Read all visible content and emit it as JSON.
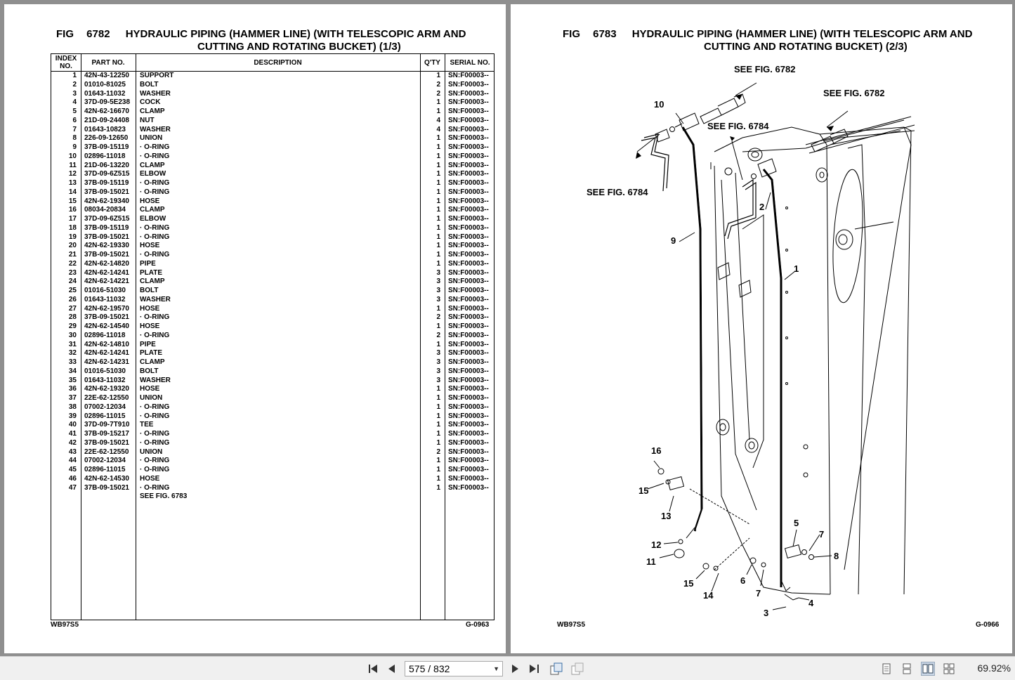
{
  "left_page": {
    "fig_label": "FIG",
    "fig_number": "6782",
    "title_line1": "HYDRAULIC PIPING (HAMMER LINE) (WITH TELESCOPIC ARM AND",
    "title_line2": "CUTTING AND ROTATING BUCKET) (1/3)",
    "headers": {
      "index": "INDEX NO.",
      "part": "PART NO.",
      "desc": "DESCRIPTION",
      "qty": "Q'TY",
      "serial": "SERIAL NO."
    },
    "rows": [
      [
        "1",
        "42N-43-12250",
        "SUPPORT",
        "1",
        "SN:F00003--"
      ],
      [
        "2",
        "01010-81025",
        "BOLT",
        "2",
        "SN:F00003--"
      ],
      [
        "3",
        "01643-11032",
        "WASHER",
        "2",
        "SN:F00003--"
      ],
      [
        "4",
        "37D-09-5E238",
        "COCK",
        "1",
        "SN:F00003--"
      ],
      [
        "5",
        "42N-62-16670",
        "CLAMP",
        "1",
        "SN:F00003--"
      ],
      [
        "6",
        "21D-09-24408",
        "NUT",
        "4",
        "SN:F00003--"
      ],
      [
        "7",
        "01643-10823",
        "WASHER",
        "4",
        "SN:F00003--"
      ],
      [
        "8",
        "226-09-12650",
        "UNION",
        "1",
        "SN:F00003--"
      ],
      [
        "9",
        "37B-09-15119",
        "· O-RING",
        "1",
        "SN:F00003--"
      ],
      [
        "10",
        "02896-11018",
        "· O-RING",
        "1",
        "SN:F00003--"
      ],
      [
        "11",
        "21D-06-13220",
        "CLAMP",
        "1",
        "SN:F00003--"
      ],
      [
        "12",
        "37D-09-6Z515",
        "ELBOW",
        "1",
        "SN:F00003--"
      ],
      [
        "13",
        "37B-09-15119",
        "· O-RING",
        "1",
        "SN:F00003--"
      ],
      [
        "14",
        "37B-09-15021",
        "· O-RING",
        "1",
        "SN:F00003--"
      ],
      [
        "15",
        "42N-62-19340",
        "HOSE",
        "1",
        "SN:F00003--"
      ],
      [
        "16",
        "08034-20834",
        "CLAMP",
        "1",
        "SN:F00003--"
      ],
      [
        "17",
        "37D-09-6Z515",
        "ELBOW",
        "1",
        "SN:F00003--"
      ],
      [
        "18",
        "37B-09-15119",
        "· O-RING",
        "1",
        "SN:F00003--"
      ],
      [
        "19",
        "37B-09-15021",
        "· O-RING",
        "1",
        "SN:F00003--"
      ],
      [
        "20",
        "42N-62-19330",
        "HOSE",
        "1",
        "SN:F00003--"
      ],
      [
        "21",
        "37B-09-15021",
        "· O-RING",
        "1",
        "SN:F00003--"
      ],
      [
        "22",
        "42N-62-14820",
        "PIPE",
        "1",
        "SN:F00003--"
      ],
      [
        "23",
        "42N-62-14241",
        "PLATE",
        "3",
        "SN:F00003--"
      ],
      [
        "24",
        "42N-62-14221",
        "CLAMP",
        "3",
        "SN:F00003--"
      ],
      [
        "25",
        "01016-51030",
        "BOLT",
        "3",
        "SN:F00003--"
      ],
      [
        "26",
        "01643-11032",
        "WASHER",
        "3",
        "SN:F00003--"
      ],
      [
        "27",
        "42N-62-19570",
        "HOSE",
        "1",
        "SN:F00003--"
      ],
      [
        "28",
        "37B-09-15021",
        "· O-RING",
        "2",
        "SN:F00003--"
      ],
      [
        "29",
        "42N-62-14540",
        "HOSE",
        "1",
        "SN:F00003--"
      ],
      [
        "30",
        "02896-11018",
        "· O-RING",
        "2",
        "SN:F00003--"
      ],
      [
        "31",
        "42N-62-14810",
        "PIPE",
        "1",
        "SN:F00003--"
      ],
      [
        "32",
        "42N-62-14241",
        "PLATE",
        "3",
        "SN:F00003--"
      ],
      [
        "33",
        "42N-62-14231",
        "CLAMP",
        "3",
        "SN:F00003--"
      ],
      [
        "34",
        "01016-51030",
        "BOLT",
        "3",
        "SN:F00003--"
      ],
      [
        "35",
        "01643-11032",
        "WASHER",
        "3",
        "SN:F00003--"
      ],
      [
        "36",
        "42N-62-19320",
        "HOSE",
        "1",
        "SN:F00003--"
      ],
      [
        "37",
        "22E-62-12550",
        "UNION",
        "1",
        "SN:F00003--"
      ],
      [
        "38",
        "07002-12034",
        "· O-RING",
        "1",
        "SN:F00003--"
      ],
      [
        "39",
        "02896-11015",
        "· O-RING",
        "1",
        "SN:F00003--"
      ],
      [
        "40",
        "37D-09-7T910",
        "TEE",
        "1",
        "SN:F00003--"
      ],
      [
        "41",
        "37B-09-15217",
        "· O-RING",
        "1",
        "SN:F00003--"
      ],
      [
        "42",
        "37B-09-15021",
        "· O-RING",
        "1",
        "SN:F00003--"
      ],
      [
        "43",
        "22E-62-12550",
        "UNION",
        "2",
        "SN:F00003--"
      ],
      [
        "44",
        "07002-12034",
        "· O-RING",
        "1",
        "SN:F00003--"
      ],
      [
        "45",
        "02896-11015",
        "· O-RING",
        "1",
        "SN:F00003--"
      ],
      [
        "46",
        "42N-62-14530",
        "HOSE",
        "1",
        "SN:F00003--"
      ],
      [
        "47",
        "37B-09-15021",
        "· O-RING",
        "1",
        "SN:F00003--"
      ],
      [
        "",
        "",
        "SEE FIG. 6783",
        "",
        ""
      ]
    ],
    "footer_left": "WB97S5",
    "footer_right": "G-0963"
  },
  "right_page": {
    "fig_label": "FIG",
    "fig_number": "6783",
    "title_line1": "HYDRAULIC PIPING (HAMMER LINE) (WITH TELESCOPIC ARM AND",
    "title_line2": "CUTTING AND ROTATING BUCKET) (2/3)",
    "see_labels": {
      "a": "SEE FIG. 6782",
      "b": "SEE FIG. 6782",
      "c": "SEE FIG. 6784",
      "d": "SEE FIG. 6784"
    },
    "callouts": {
      "n10": "10",
      "n2": "2",
      "n9": "9",
      "n1": "1",
      "n16": "16",
      "n15a": "15",
      "n13": "13",
      "n12": "12",
      "n11": "11",
      "n15b": "15",
      "n14": "14",
      "n6": "6",
      "n7a": "7",
      "n5": "5",
      "n7b": "7",
      "n8": "8",
      "n4": "4",
      "n3": "3"
    },
    "footer_left": "WB97S5",
    "footer_right": "G-0966"
  },
  "toolbar": {
    "page_indicator": "575 / 832",
    "zoom": "69.92%",
    "icons": [
      "first-page-icon",
      "prev-page-icon",
      "next-page-icon",
      "last-page-icon",
      "rotate-icon",
      "rotate-back-icon",
      "single-page-icon",
      "continuous-icon",
      "two-page-icon",
      "two-page-continuous-icon"
    ]
  }
}
